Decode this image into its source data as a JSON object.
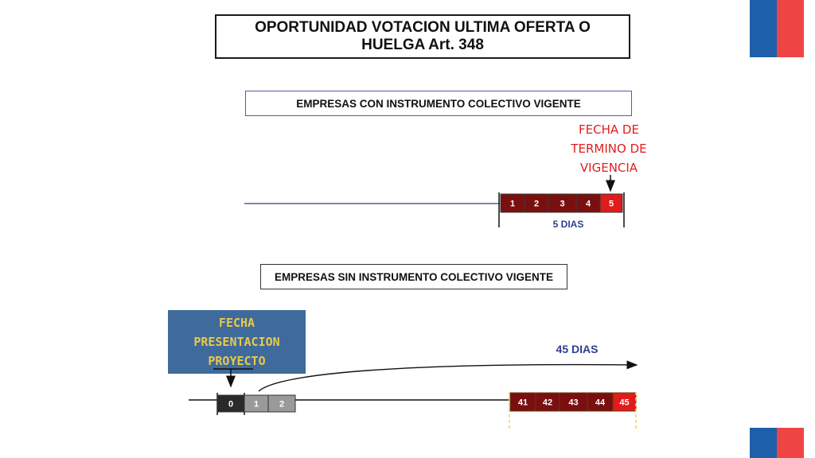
{
  "title": "OPORTUNIDAD VOTACION ULTIMA OFERTA O\nHUELGA Art. 348",
  "section_with": {
    "label": "EMPRESAS CON INSTRUMENTO COLECTIVO VIGENTE",
    "end_date_label": "FECHA DE\nTERMINO DE\nVIGENCIA",
    "days_label": "5 DIAS",
    "cells": [
      {
        "text": "1",
        "color": "#7a0f0f"
      },
      {
        "text": "2",
        "color": "#7a0f0f"
      },
      {
        "text": "3",
        "color": "#7a0f0f"
      },
      {
        "text": "4",
        "color": "#7a0f0f"
      },
      {
        "text": "5",
        "color": "#e01b1b"
      }
    ]
  },
  "section_without": {
    "label": "EMPRESAS SIN  INSTRUMENTO COLECTIVO VIGENTE",
    "presentation_label": "FECHA\nPRESENTACION\nPROYECTO",
    "days_label": "45 DIAS",
    "start_cells": [
      {
        "text": "0",
        "color": "#2a2a2a"
      },
      {
        "text": "1",
        "color": "#9a9a9a"
      },
      {
        "text": "2",
        "color": "#9a9a9a"
      }
    ],
    "end_cells": [
      {
        "text": "41",
        "color": "#7a0f0f"
      },
      {
        "text": "42",
        "color": "#7a0f0f"
      },
      {
        "text": "43",
        "color": "#7a0f0f"
      },
      {
        "text": "44",
        "color": "#7a0f0f"
      },
      {
        "text": "45",
        "color": "#e01b1b"
      }
    ]
  },
  "colors": {
    "timeline": "#5a5aa8",
    "flag_blue": "#1d5fa8",
    "flag_red": "#ef4444",
    "panel": "#3f6a9c",
    "panel_text": "#e8c84a",
    "label_red": "#e11d1d",
    "days_blue": "#2f3f8f"
  }
}
